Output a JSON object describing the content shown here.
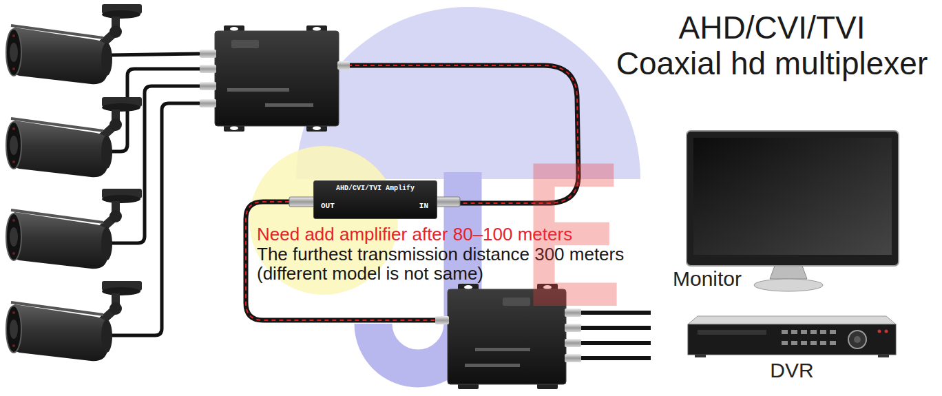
{
  "diagram": {
    "title": "AHD/CVI/TVI Coaxial hd multiplexer",
    "nodes": [
      {
        "text": [
          "AHD/CVI/TVI Amplify",
          "OUT",
          "IN"
        ]
      },
      {
        "text": [
          "Monitor"
        ]
      },
      {
        "text": [
          "DVR"
        ]
      }
    ],
    "labels": [
      "Need add amplifier after 80–100 meters",
      "The furthest transmission distance 300 meters",
      "(different model is not same)",
      "E"
    ]
  }
}
